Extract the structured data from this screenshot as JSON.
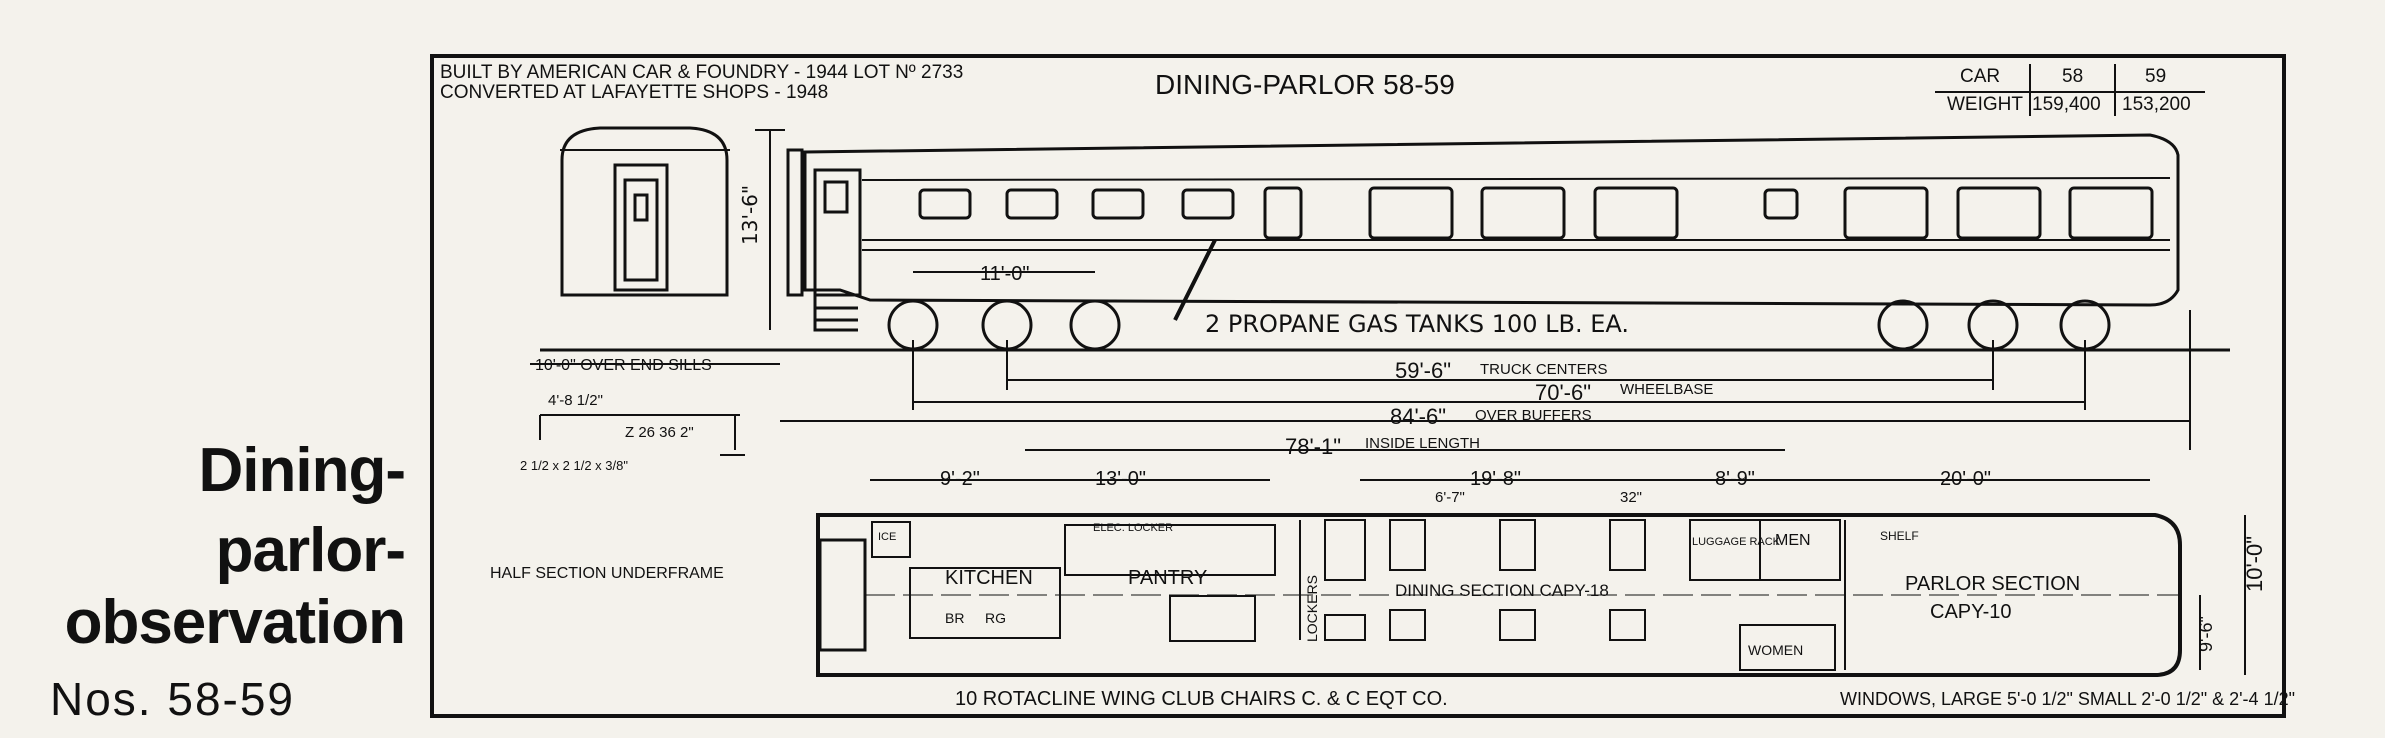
{
  "heading": {
    "line1": "Dining-",
    "line2": "parlor-",
    "line3": "observation",
    "numbers": "Nos. 58-59"
  },
  "drawing": {
    "built_line": "BUILT BY AMERICAN CAR & FOUNDRY - 1944 LOT Nº 2733",
    "converted_line": "CONVERTED AT LAFAYETTE SHOPS - 1948",
    "title": "DINING-PARLOR 58-59",
    "weight_table": {
      "car_label": "CAR",
      "weight_label": "WEIGHT",
      "cars": [
        "58",
        "59"
      ],
      "weights": [
        "159,400",
        "153,200"
      ]
    },
    "elevation": {
      "height": "13'-6\"",
      "window_spacing": "11'-0\"",
      "propane_note": "2 PROPANE GAS TANKS 100 LB. EA.",
      "over_end_sills": "10'-0\" OVER END SILLS",
      "truck_centers_value": "59'-6\"",
      "truck_centers_label": "TRUCK CENTERS",
      "wheelbase_value": "70'-6\"",
      "wheelbase_label": "WHEELBASE",
      "over_buffers_value": "84'-6\"",
      "over_buffers_label": "OVER BUFFERS",
      "inside_length_value": "78'-1\"",
      "inside_length_label": "INSIDE LENGTH"
    },
    "underframe": {
      "label": "HALF SECTION UNDERFRAME",
      "dim1": "4'-8 1/2\"",
      "dim2": "Z 26 36 2\"",
      "dim3": "2 1/2 x 2 1/2 x 3/8\""
    },
    "plan": {
      "dims": [
        "9'-2\"",
        "13'-0\"",
        "19'-8\"",
        "8'-9\"",
        "20'-0\""
      ],
      "sub_dims": [
        "6'-7\"",
        "32\""
      ],
      "width": "10'-0\"",
      "inner_width": "9'-6\"",
      "rooms": {
        "ice": "ICE",
        "kitchen": "KITCHEN",
        "pantry": "PANTRY",
        "elec_locker": "ELEC. LOCKER",
        "br": "BR",
        "rg": "RG",
        "lockers": "LOCKERS",
        "dining": "DINING SECTION CAPY-18",
        "luggage": "LUGGAGE RACK",
        "men": "MEN",
        "women": "WOMEN",
        "parlor": "PARLOR SECTION",
        "parlor_capy": "CAPY-10",
        "shelf": "SHELF"
      }
    },
    "footer_left": "10 ROTACLINE WING CLUB CHAIRS   C. & C EQT CO.",
    "footer_right": "WINDOWS, LARGE 5'-0 1/2\" SMALL 2'-0 1/2\" & 2'-4 1/2\""
  }
}
